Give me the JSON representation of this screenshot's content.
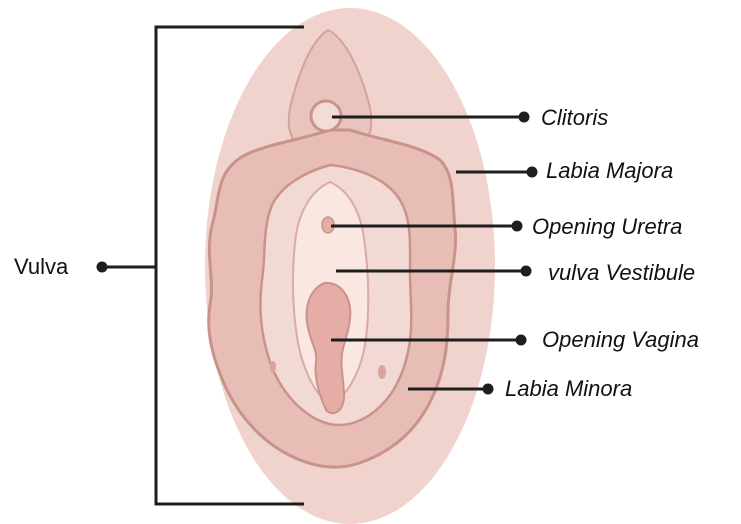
{
  "labels": {
    "vulva": "Vulva",
    "clitoris": "Clitoris",
    "labia_majora": "Labia Majora",
    "opening_uretra": "Opening Uretra",
    "vulva_vestibule": "vulva Vestibule",
    "opening_vagina": "Opening Vagina",
    "labia_minora": "Labia Minora"
  },
  "colors": {
    "outer_skin": "#f0d3cc",
    "majora_fill": "#e7bdb5",
    "minora_fill": "#f2d9d3",
    "vestibule_fill": "#fae7e2",
    "vaginal_fill": "#e6aca6",
    "outline": "#c9938c",
    "leader_line": "#1e1e1e"
  }
}
